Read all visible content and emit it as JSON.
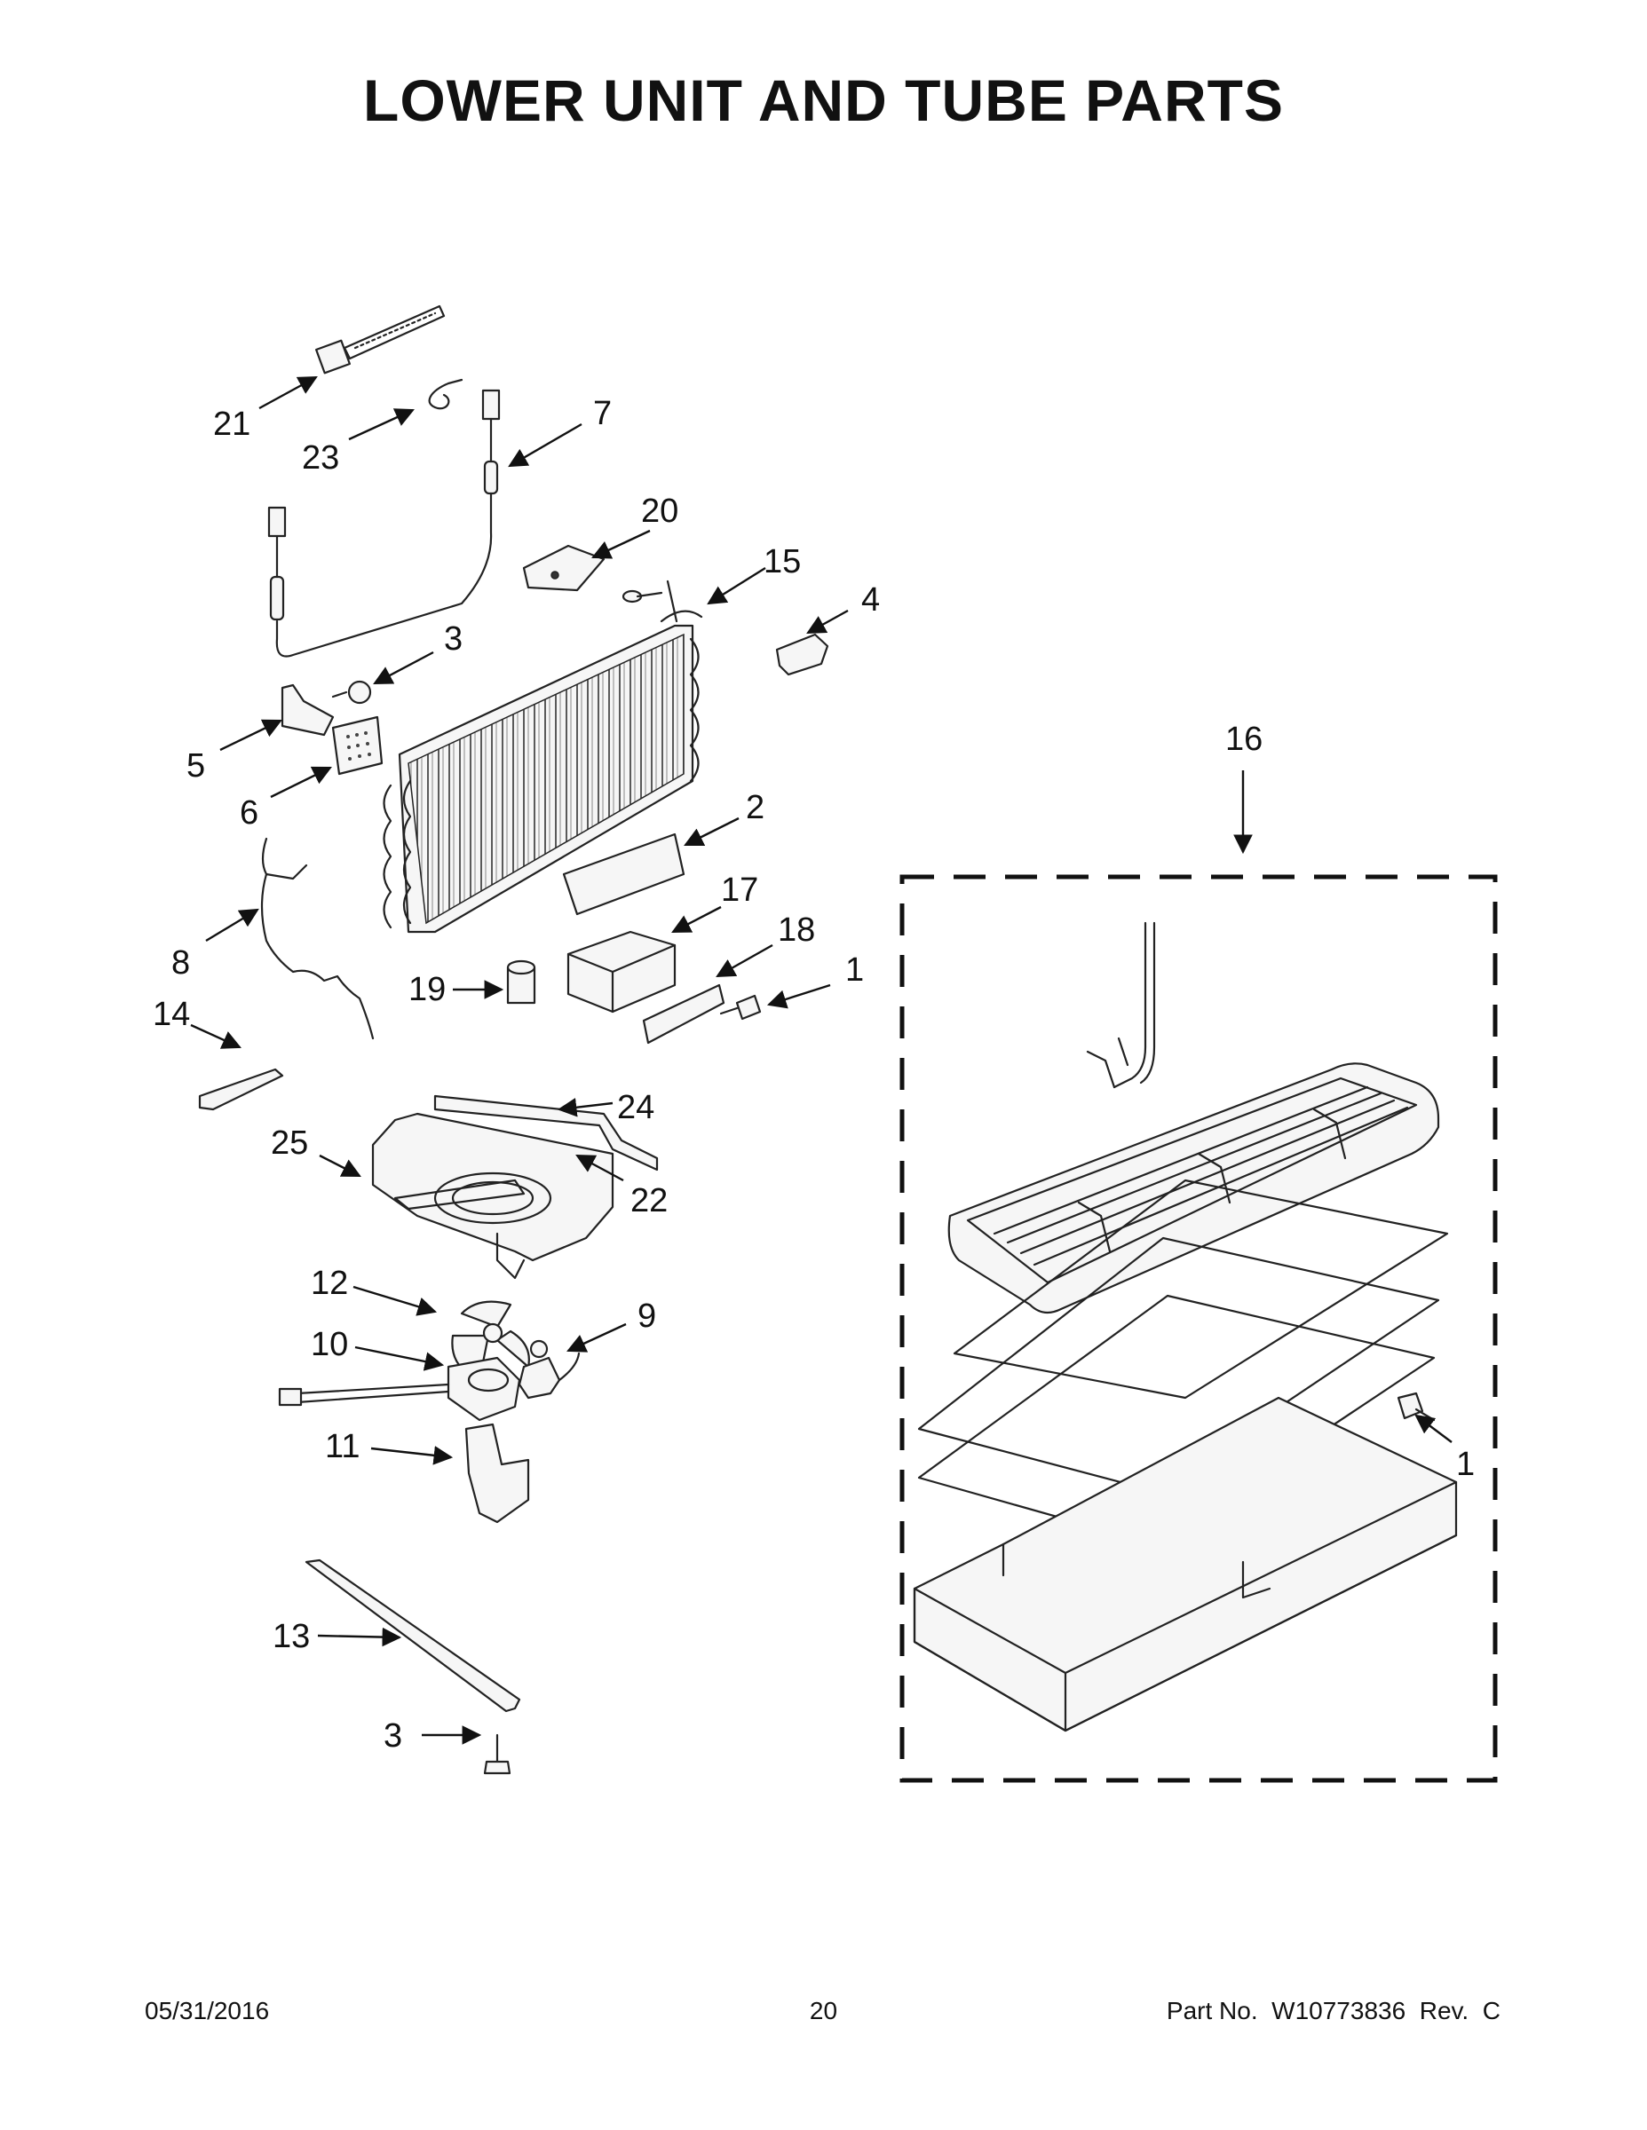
{
  "page": {
    "title": "LOWER UNIT AND TUBE PARTS"
  },
  "callouts": {
    "c21": "21",
    "c23": "23",
    "c7": "7",
    "c20": "20",
    "c15": "15",
    "c4": "4",
    "c3a": "3",
    "c5": "5",
    "c6": "6",
    "c2": "2",
    "c16": "16",
    "c17": "17",
    "c18": "18",
    "c1a": "1",
    "c8": "8",
    "c19": "19",
    "c14": "14",
    "c24": "24",
    "c25": "25",
    "c22": "22",
    "c12": "12",
    "c9": "9",
    "c10": "10",
    "c11": "11",
    "c1b": "1",
    "c13": "13",
    "c3b": "3"
  },
  "footer": {
    "date": "05/31/2016",
    "page_number": "20",
    "part_number": "Part No.  W10773836  Rev.  C"
  }
}
